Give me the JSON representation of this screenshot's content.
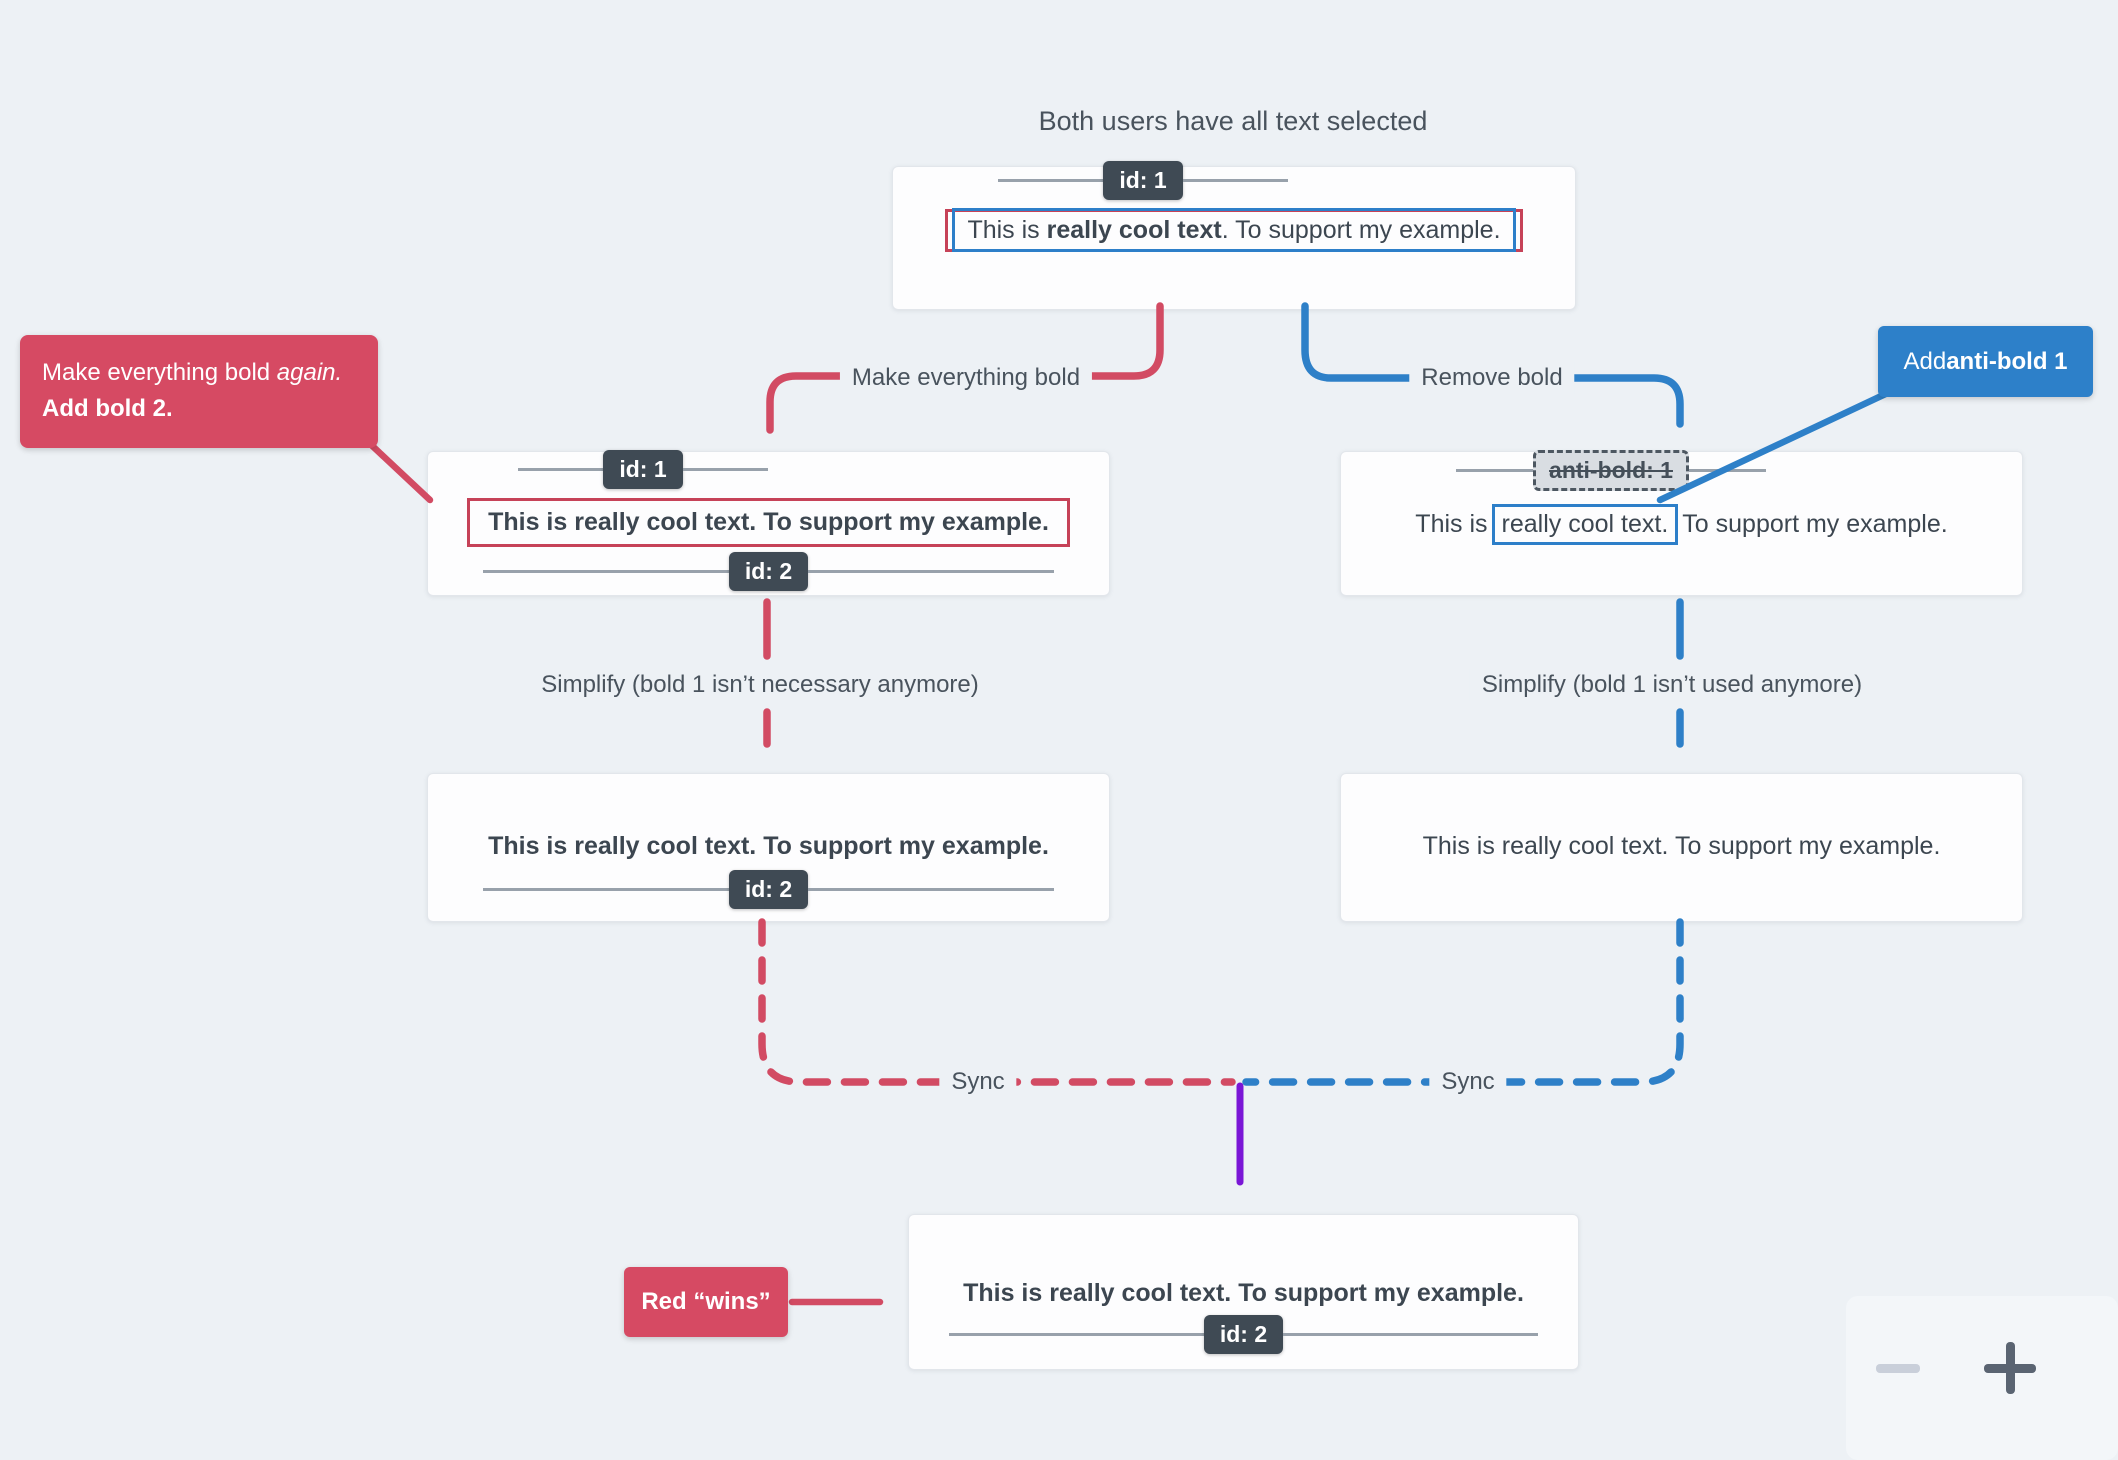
{
  "title": "Both users have all text selected",
  "colors": {
    "red": "#d24b63",
    "blue": "#2e80c8",
    "purple": "#7a16d6",
    "tag_bg": "#3f4a54",
    "page_bg": "#edf1f5"
  },
  "boxes": {
    "top": {
      "tag": "id: 1",
      "text_pre": "This is ",
      "text_bold": "really cool text",
      "text_post": ". To support my example."
    },
    "mid_left": {
      "tag_top": "id: 1",
      "text": "This is really cool text. To support my example.",
      "tag_bottom": "id: 2"
    },
    "mid_right": {
      "tag_top": "anti-bold: 1",
      "text_pre": "This is",
      "text_boxed": "really cool text.",
      "text_post": "To support my example."
    },
    "low_left": {
      "text": "This is really cool text. To support my example.",
      "tag": "id: 2"
    },
    "low_right": {
      "text": "This is really cool text. To support my example."
    },
    "final": {
      "text": "This is really cool text. To support my example.",
      "tag": "id: 2"
    }
  },
  "edge_labels": {
    "make_bold": "Make everything bold",
    "remove_bold": "Remove bold",
    "simplify_left": "Simplify (bold 1 isn’t necessary anymore)",
    "simplify_right": "Simplify (bold 1 isn’t used anymore)",
    "sync_left": "Sync",
    "sync_right": "Sync"
  },
  "callouts": {
    "red_top_line1_pre": "Make everything bold ",
    "red_top_line1_italic": "again.",
    "red_top_line2": "Add bold 2.",
    "blue_pre": "Add ",
    "blue_bold": "anti-bold 1",
    "red_wins": "Red “wins”"
  },
  "zoom_controls": {
    "zoom_out_icon": "minus",
    "zoom_in_icon": "plus"
  }
}
